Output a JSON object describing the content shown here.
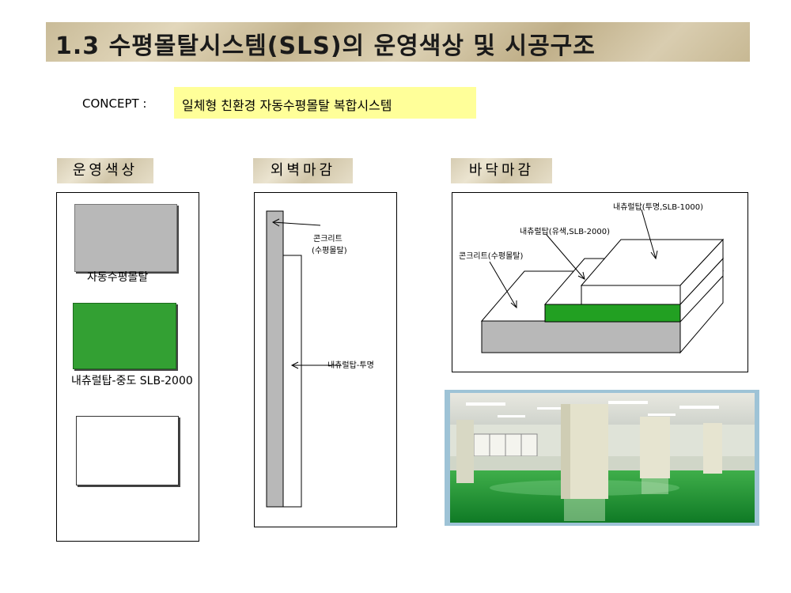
{
  "title": "1.3 수평몰탈시스템(SLS)의 운영색상 및 시공구조",
  "concept": {
    "label": "CONCEPT :",
    "text": "일체형 친환경 자동수평몰탈 복합시스템"
  },
  "sections": {
    "colors": {
      "heading": "운영색상",
      "swatches": [
        {
          "label": "자동수평몰탈",
          "color": "#b8b8b8"
        },
        {
          "label": "내츄럴탑-중도 SLB-2000",
          "color": "#33a033"
        },
        {
          "label": "",
          "color": "#ffffff"
        }
      ]
    },
    "wall": {
      "heading": "외벽마감",
      "label_concrete_1": "콘크리트",
      "label_concrete_2": "(수평몰탈)",
      "label_topcoat": "내츄럴탑-투명"
    },
    "floor": {
      "heading": "바닥마감",
      "label_clear": "내츄럴탑(투명,SLB-1000)",
      "label_color": "내츄럴탑(유색,SLB-2000)",
      "label_concrete": "콘크리트(수평몰탈)"
    }
  },
  "colors": {
    "gray": "#b8b8b8",
    "green": "#22a022",
    "concept_bg": "#ffff99"
  }
}
